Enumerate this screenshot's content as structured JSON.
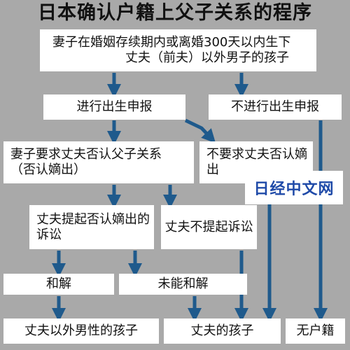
{
  "title": "日本确认户籍上父子关系的程序",
  "nodes": {
    "start": {
      "line1": "妻子在婚姻存续期内或离婚300天以内生下",
      "line2": "丈夫（前夫）以外男子的孩子"
    },
    "report": "进行出生申报",
    "no_report": "不进行出生申报",
    "request_denial": {
      "line1": "妻子要求丈夫否认父子关系",
      "line2": "（否认嫡出）"
    },
    "no_request": {
      "line1": "不要求丈夫否认嫡",
      "line2": "出"
    },
    "file_suit": {
      "line1": "丈夫提起否认嫡出的",
      "line2": "诉讼"
    },
    "no_suit": "丈夫不提起诉讼",
    "settle": "和解",
    "no_settle": "未能和解",
    "result_other": "丈夫以外男性的孩子",
    "result_husband": "丈夫的孩子",
    "result_none": "无户籍"
  },
  "watermark": "日经中文网",
  "colors": {
    "background": "#a9a9a9",
    "box": "#ffffff",
    "arrow": "#1f5a8c",
    "watermark": "#1f4aa8"
  }
}
